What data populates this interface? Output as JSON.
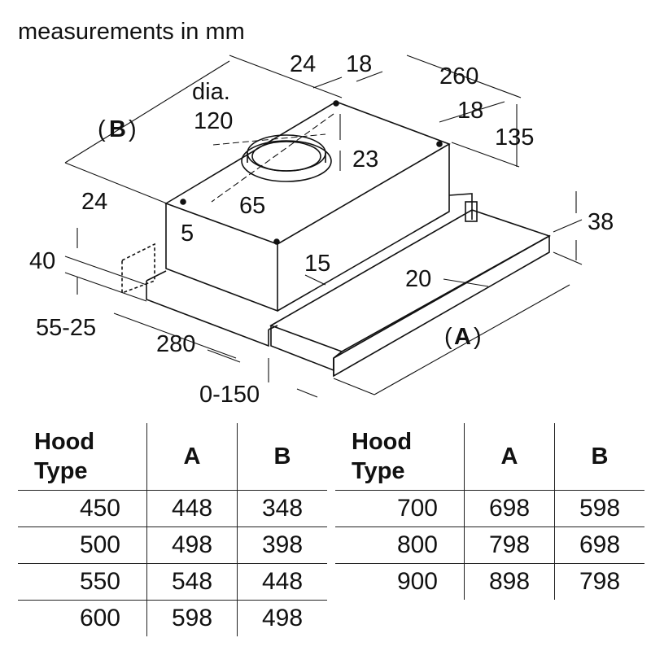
{
  "diagram": {
    "caption": "measurements in mm",
    "dims": {
      "d24_top": "24",
      "d18_top": "18",
      "d260": "260",
      "d18_right": "18",
      "d135": "135",
      "dia": "dia.",
      "d120": "120",
      "d23": "23",
      "d65": "65",
      "b_open": "(",
      "b_letter": "B",
      "b_close": ")",
      "d24_left": "24",
      "d5": "5",
      "d40": "40",
      "d15": "15",
      "d20": "20",
      "d38": "38",
      "d55_25": "55-25",
      "d280": "280",
      "a_open": "(",
      "a_letter": "A",
      "a_close": ")",
      "d0_150": "0-150"
    }
  },
  "table_left": {
    "headers": [
      "Hood\nType",
      "A",
      "B"
    ],
    "header_type_line1": "Hood",
    "header_type_line2": "Type",
    "header_a": "A",
    "header_b": "B",
    "rows": [
      [
        "450",
        "448",
        "348"
      ],
      [
        "500",
        "498",
        "398"
      ],
      [
        "550",
        "548",
        "448"
      ],
      [
        "600",
        "598",
        "498"
      ]
    ]
  },
  "table_right": {
    "header_type_line1": "Hood",
    "header_type_line2": "Type",
    "header_a": "A",
    "header_b": "B",
    "rows": [
      [
        "700",
        "698",
        "598"
      ],
      [
        "800",
        "798",
        "698"
      ],
      [
        "900",
        "898",
        "798"
      ]
    ]
  }
}
